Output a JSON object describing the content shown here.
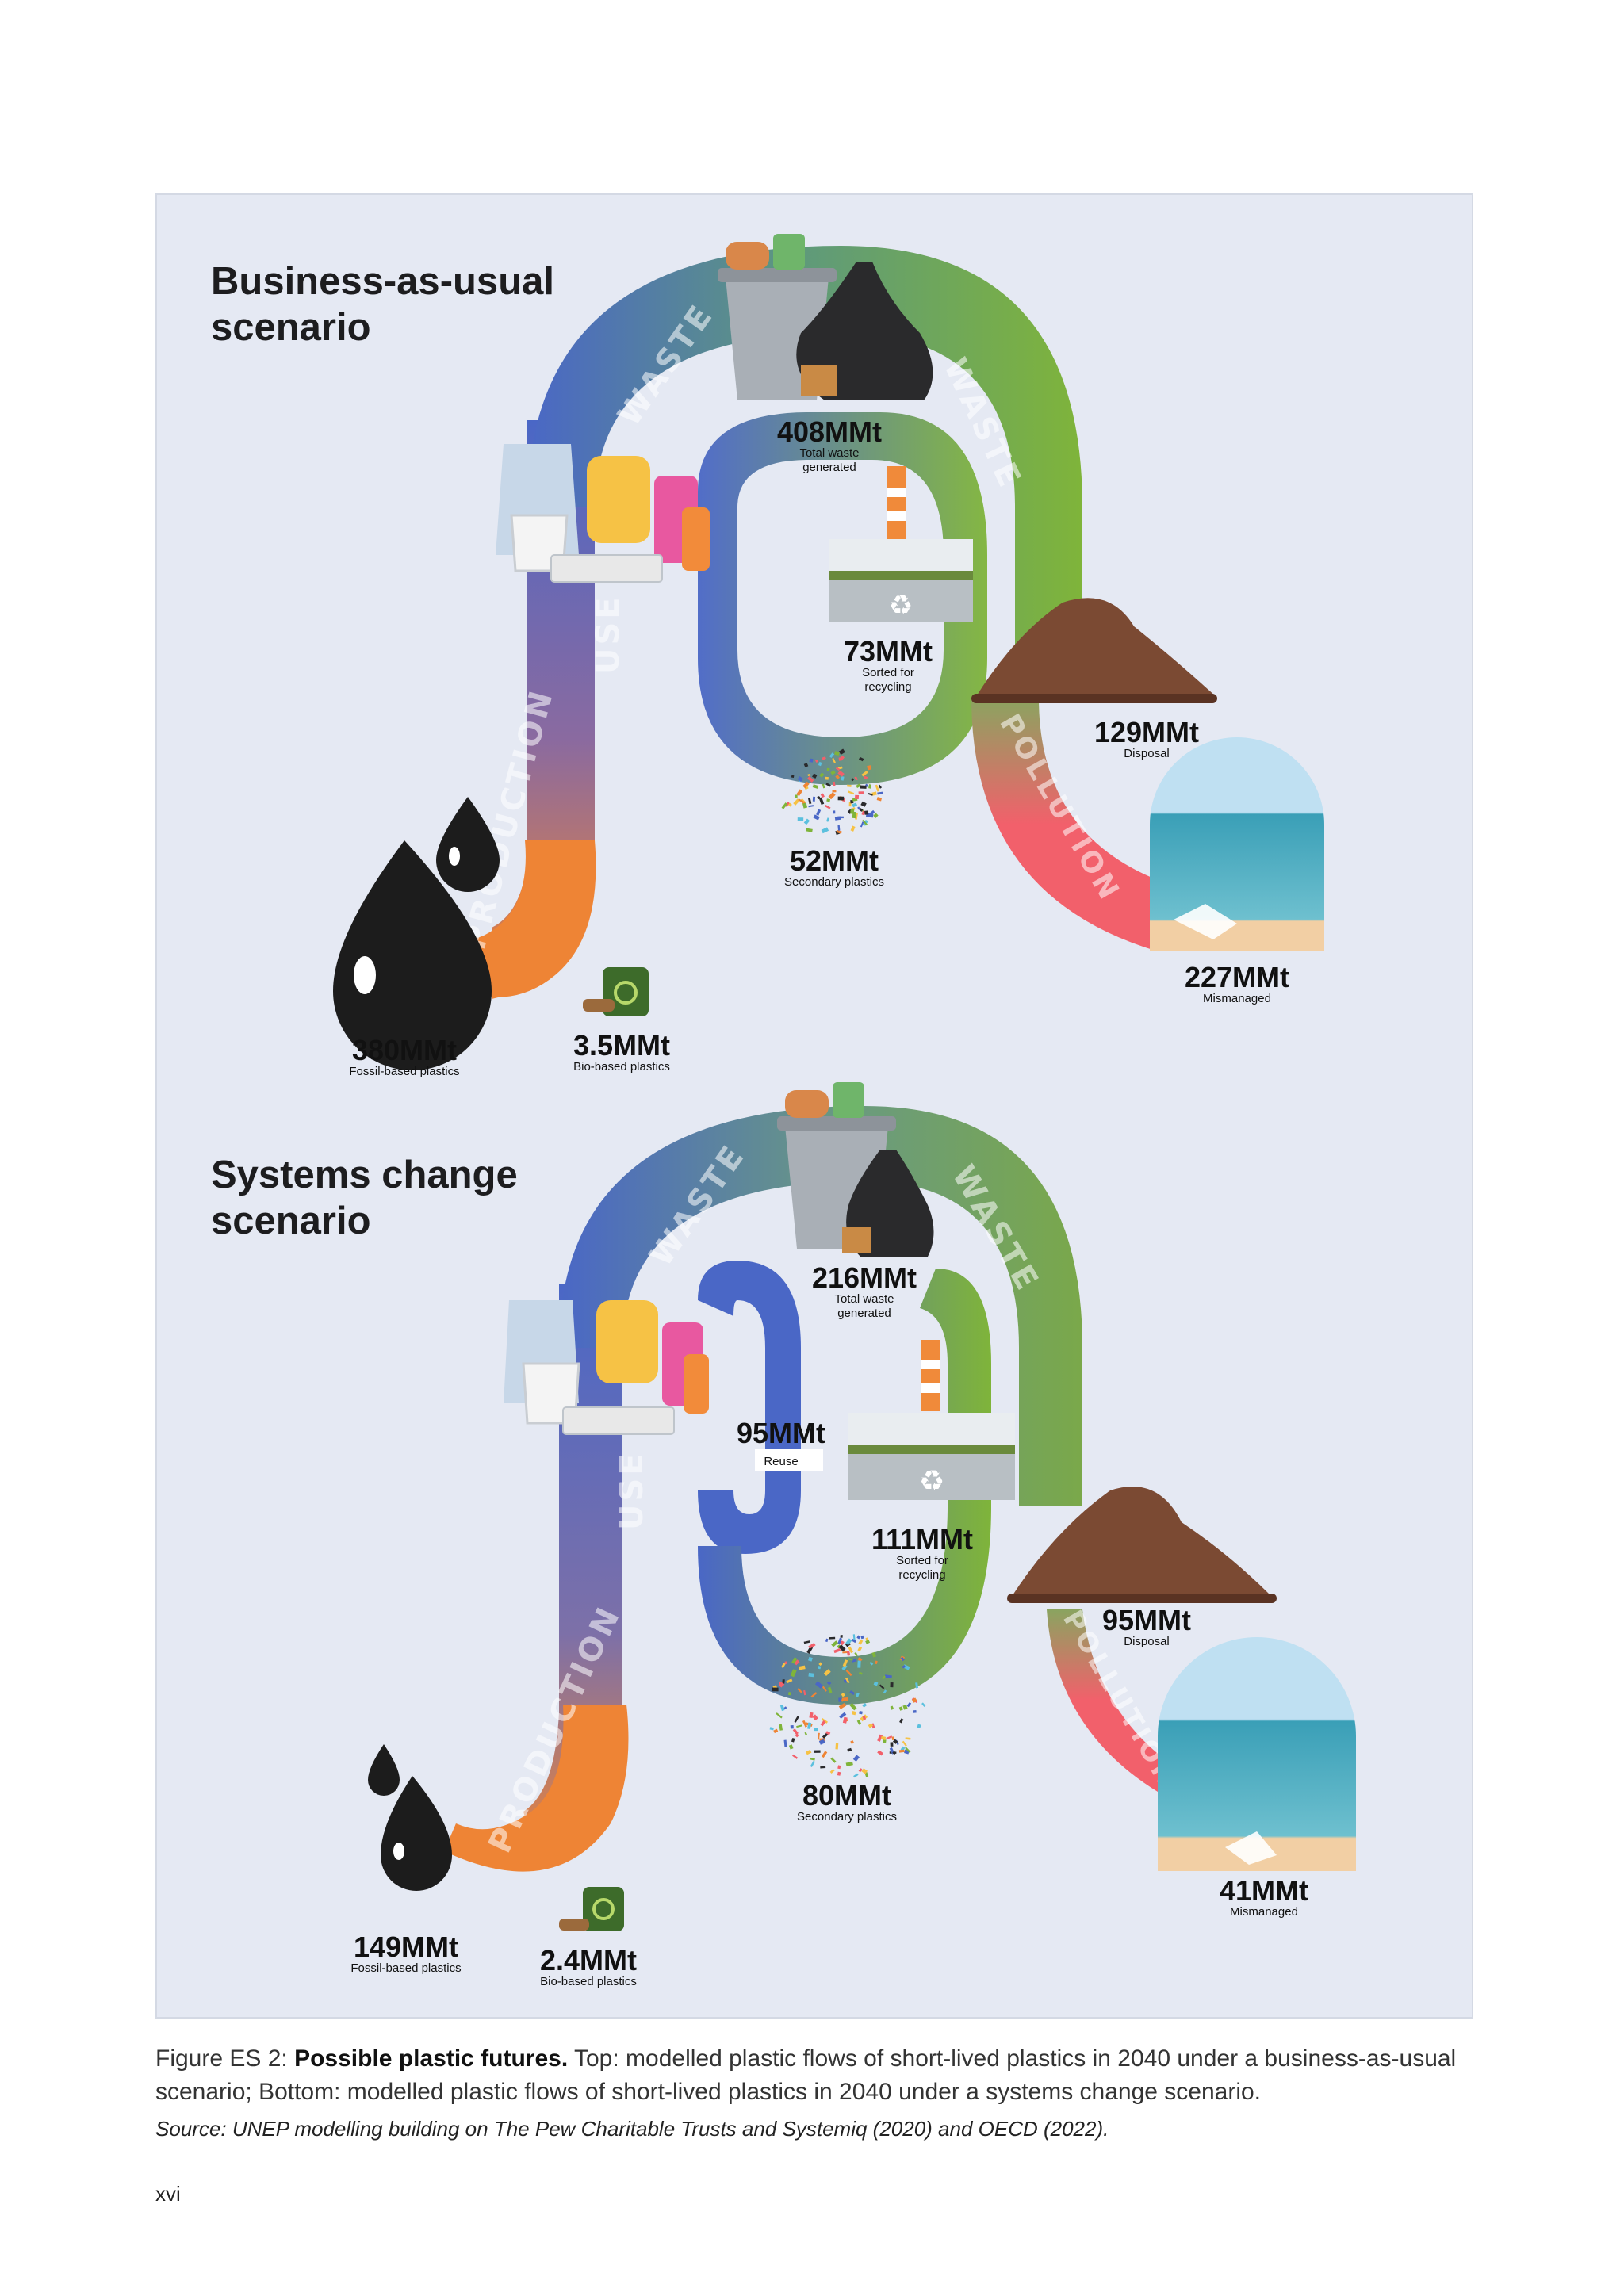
{
  "scenarios": {
    "bau": {
      "title": "Business-as-usual\nscenario",
      "flow_labels": {
        "waste_left": "WASTE",
        "waste_right": "WASTE",
        "use": "USE",
        "production": "PRODUCTION",
        "pollution": "POLLUTION"
      },
      "total_waste": {
        "value": "408MMt",
        "label1": "Total waste",
        "label2": "generated"
      },
      "sorted": {
        "value": "73MMt",
        "label1": "Sorted for",
        "label2": "recycling"
      },
      "disposal": {
        "value": "129MMt",
        "label": "Disposal"
      },
      "secondary": {
        "value": "52MMt",
        "label": "Secondary plastics"
      },
      "mismanaged": {
        "value": "227MMt",
        "label": "Mismanaged"
      },
      "fossil": {
        "value": "380MMt",
        "label": "Fossil-based plastics"
      },
      "bio": {
        "value": "3.5MMt",
        "label": "Bio-based plastics"
      }
    },
    "sc": {
      "title": "Systems change\nscenario",
      "flow_labels": {
        "waste_left": "WASTE",
        "waste_right": "WASTE",
        "use": "USE",
        "production": "PRODUCTION",
        "pollution": "POLLUTION"
      },
      "total_waste": {
        "value": "216MMt",
        "label1": "Total waste",
        "label2": "generated"
      },
      "reuse": {
        "value": "95MMt",
        "label": "Reuse"
      },
      "sorted": {
        "value": "111MMt",
        "label1": "Sorted for",
        "label2": "recycling"
      },
      "disposal": {
        "value": "95MMt",
        "label": "Disposal"
      },
      "secondary": {
        "value": "80MMt",
        "label": "Secondary plastics"
      },
      "mismanaged": {
        "value": "41MMt",
        "label": "Mismanaged"
      },
      "fossil": {
        "value": "149MMt",
        "label": "Fossil-based plastics"
      },
      "bio": {
        "value": "2.4MMt",
        "label": "Bio-based plastics"
      }
    }
  },
  "caption": {
    "prefix": "Figure ES 2: ",
    "bold": "Possible plastic futures.",
    "text": " Top: modelled plastic flows of short-lived plastics in 2040 under a business-as-usual scenario; Bottom: modelled plastic flows of short-lived plastics in 2040 under a systems change scenario."
  },
  "source": "Source: UNEP modelling building on The Pew Charitable Trusts and Systemiq (2020) and OECD (2022).",
  "page_number": "xvi",
  "colors": {
    "use_blue": "#4a67c6",
    "production_orange": "#ee8435",
    "waste_green": "#7fb43a",
    "pollution_red": "#f2606b",
    "panel_bg": "#e5e9f3"
  }
}
